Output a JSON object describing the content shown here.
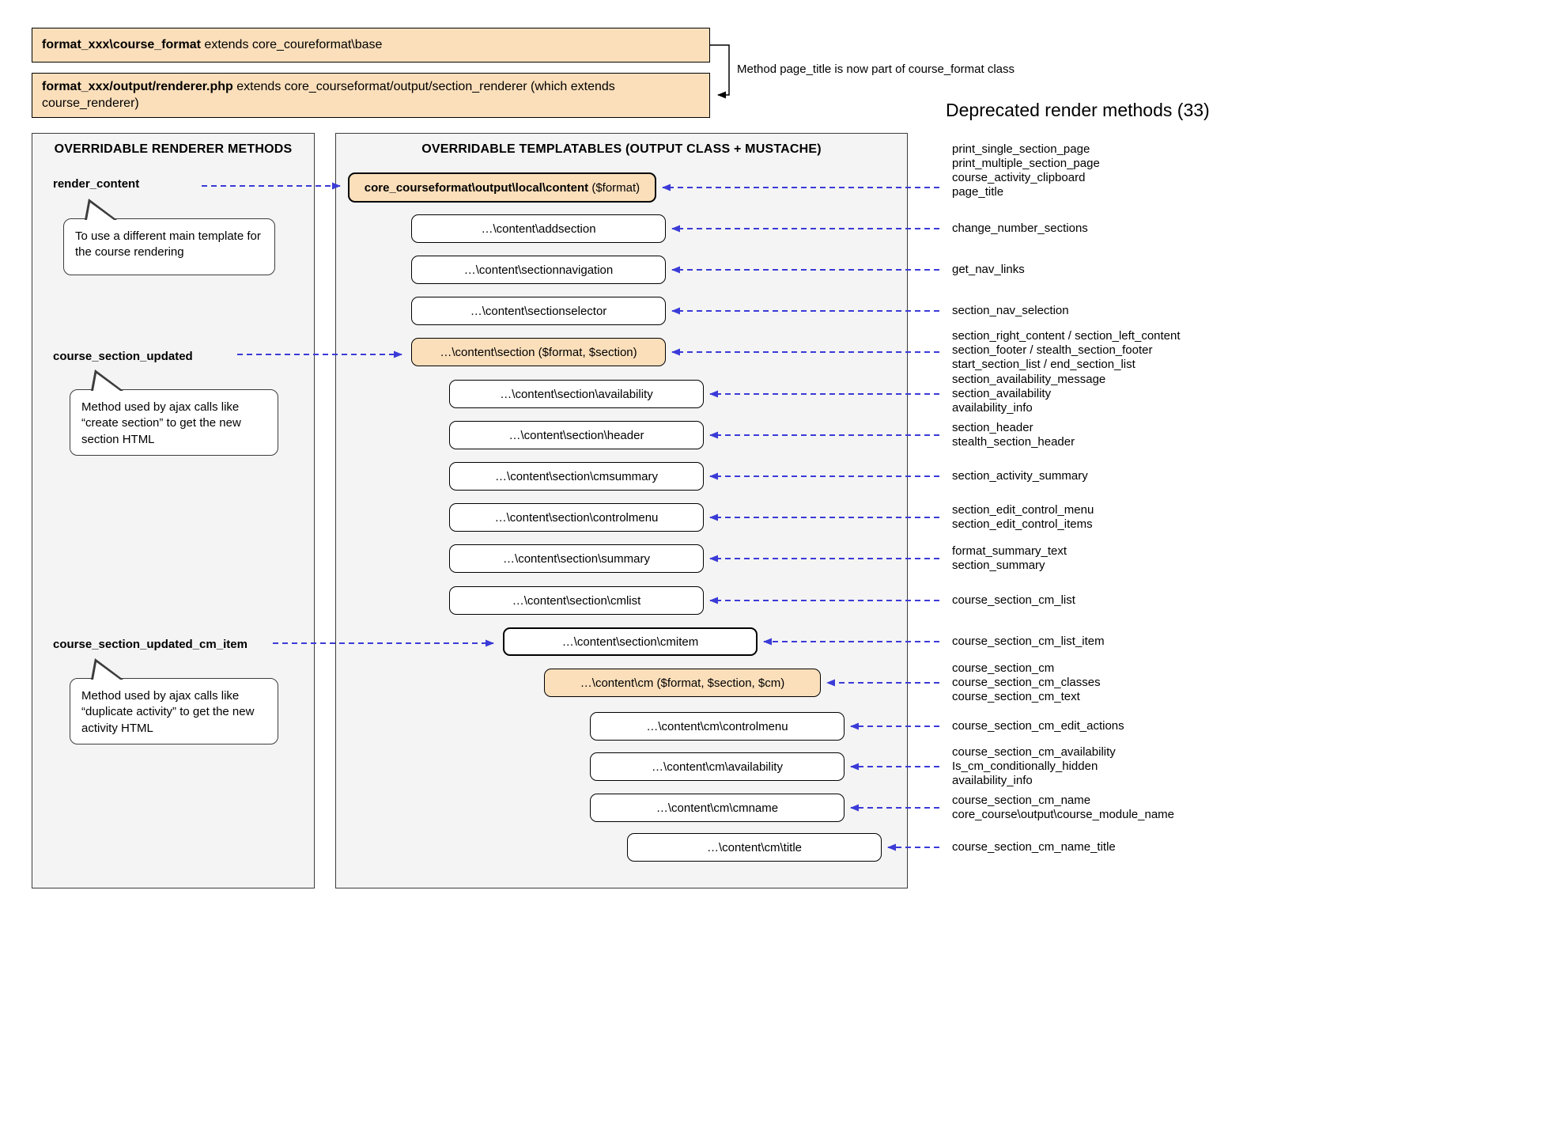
{
  "colors": {
    "arrow_blue": "#3b3bd8",
    "box_orange": "#fbdfbb",
    "panel_gray": "#f4f4f4"
  },
  "header": {
    "box1": {
      "bold": "format_xxx\\course_format",
      "rest": " extends core_coureformat\\base"
    },
    "box2": {
      "bold": "format_xxx/output/renderer.php",
      "rest": " extends core_courseformat/output/section_renderer (which extends course_renderer)"
    },
    "note": "Method page_title is now part of course_format class",
    "deprecated_title": "Deprecated render methods (33)"
  },
  "left_panel": {
    "title": "OVERRIDABLE RENDERER METHODS",
    "methods": [
      {
        "label": "render_content",
        "note": "To use a different main template for the course rendering"
      },
      {
        "label": "course_section_updated",
        "note": "Method used by ajax calls like “create section” to get the new section HTML"
      },
      {
        "label": "course_section_updated_cm_item",
        "note": "Method used by ajax calls like “duplicate activity” to get the new activity HTML"
      }
    ]
  },
  "center_panel": {
    "title": "OVERRIDABLE TEMPLATABLES (OUTPUT CLASS + MUSTACHE)",
    "boxes": [
      {
        "bold": "core_courseformat\\output\\local\\content",
        "rest": " ($format)"
      },
      {
        "bold": "",
        "rest": "…\\content\\addsection"
      },
      {
        "bold": "",
        "rest": "…\\content\\sectionnavigation"
      },
      {
        "bold": "",
        "rest": "…\\content\\sectionselector"
      },
      {
        "bold": "",
        "rest": "…\\content\\section ($format, $section)"
      },
      {
        "bold": "",
        "rest": "…\\content\\section\\availability"
      },
      {
        "bold": "",
        "rest": "…\\content\\section\\header"
      },
      {
        "bold": "",
        "rest": "…\\content\\section\\cmsummary"
      },
      {
        "bold": "",
        "rest": "…\\content\\section\\controlmenu"
      },
      {
        "bold": "",
        "rest": "…\\content\\section\\summary"
      },
      {
        "bold": "",
        "rest": "…\\content\\section\\cmlist"
      },
      {
        "bold": "",
        "rest": "…\\content\\section\\cmitem"
      },
      {
        "bold": "",
        "rest": "…\\content\\cm ($format, $section, $cm)"
      },
      {
        "bold": "",
        "rest": "…\\content\\cm\\controlmenu"
      },
      {
        "bold": "",
        "rest": "…\\content\\cm\\availability"
      },
      {
        "bold": "",
        "rest": "…\\content\\cm\\cmname"
      },
      {
        "bold": "",
        "rest": "…\\content\\cm\\title"
      }
    ]
  },
  "deprecated": {
    "groups": [
      [
        "print_single_section_page",
        "print_multiple_section_page",
        "course_activity_clipboard",
        "page_title"
      ],
      [
        "change_number_sections"
      ],
      [
        "get_nav_links"
      ],
      [
        "section_nav_selection"
      ],
      [
        "section_right_content / section_left_content",
        "section_footer / stealth_section_footer",
        "start_section_list / end_section_list"
      ],
      [
        "section_availability_message",
        "section_availability",
        "availability_info"
      ],
      [
        "section_header",
        "stealth_section_header"
      ],
      [
        "section_activity_summary"
      ],
      [
        "section_edit_control_menu",
        "section_edit_control_items"
      ],
      [
        "format_summary_text",
        "section_summary"
      ],
      [
        "course_section_cm_list"
      ],
      [
        "course_section_cm_list_item"
      ],
      [
        "course_section_cm",
        "course_section_cm_classes",
        "course_section_cm_text"
      ],
      [
        "course_section_cm_edit_actions"
      ],
      [
        "course_section_cm_availability",
        "Is_cm_conditionally_hidden",
        "availability_info"
      ],
      [
        "course_section_cm_name",
        "core_course\\output\\course_module_name"
      ],
      [
        "course_section_cm_name_title"
      ]
    ]
  }
}
